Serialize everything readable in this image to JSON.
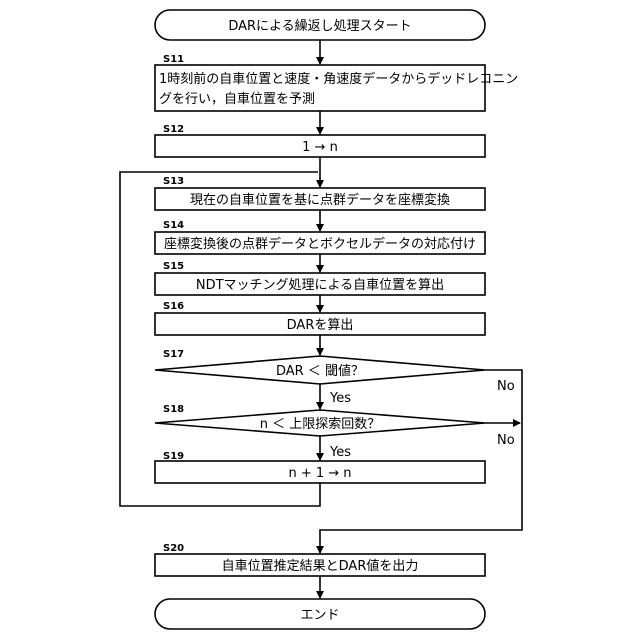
{
  "start": {
    "label": "DARによる繰返し処理スタート"
  },
  "steps": {
    "s11": {
      "num": "S11",
      "line1": "1時刻前の自車位置と速度・角速度データからデッドレコニン",
      "line2": "グを行い，自車位置を予測"
    },
    "s12": {
      "num": "S12",
      "label": "1 → n"
    },
    "s13": {
      "num": "S13",
      "label": "現在の自車位置を基に点群データを座標変換"
    },
    "s14": {
      "num": "S14",
      "label": "座標変換後の点群データとボクセルデータの対応付け"
    },
    "s15": {
      "num": "S15",
      "label": "NDTマッチング処理による自車位置を算出"
    },
    "s16": {
      "num": "S16",
      "label": "DARを算出"
    },
    "s17": {
      "num": "S17",
      "label": "DAR ＜ 閾値？",
      "yes": "Yes",
      "no": "No"
    },
    "s18": {
      "num": "S18",
      "label": "n ＜ 上限探索回数？",
      "yes": "Yes",
      "no": "No"
    },
    "s19": {
      "num": "S19",
      "label": "n + 1 → n"
    },
    "s20": {
      "num": "S20",
      "label": "自車位置推定結果とDAR値を出力"
    }
  },
  "end": {
    "label": "エンド"
  }
}
